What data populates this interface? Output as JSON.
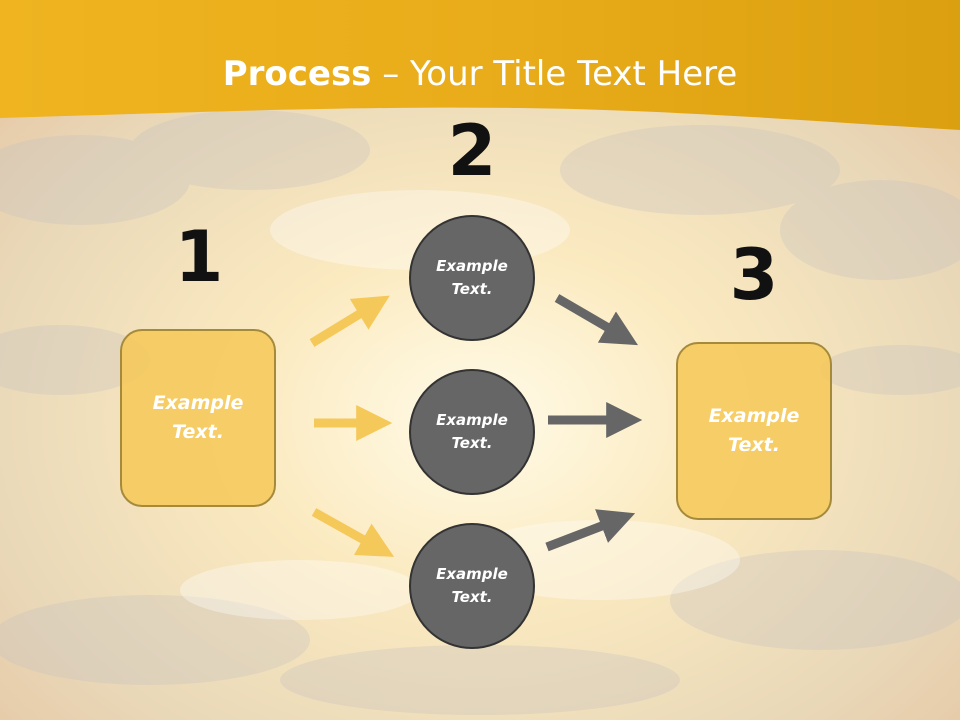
{
  "slide": {
    "title_bold": "Process",
    "title_rest": " – Your Title Text Here"
  },
  "steps": {
    "one": "1",
    "two": "2",
    "three": "3"
  },
  "nodes": {
    "left_box": "Example Text.",
    "circle_top": "Example Text.",
    "circle_middle": "Example Text.",
    "circle_bottom": "Example Text.",
    "right_box": "Example Text."
  },
  "colors": {
    "banner": "#e6a817",
    "box_fill": "#f5c85a",
    "circle_fill": "#666666",
    "arrow_yellow": "#f5c85a",
    "arrow_gray": "#666666"
  }
}
